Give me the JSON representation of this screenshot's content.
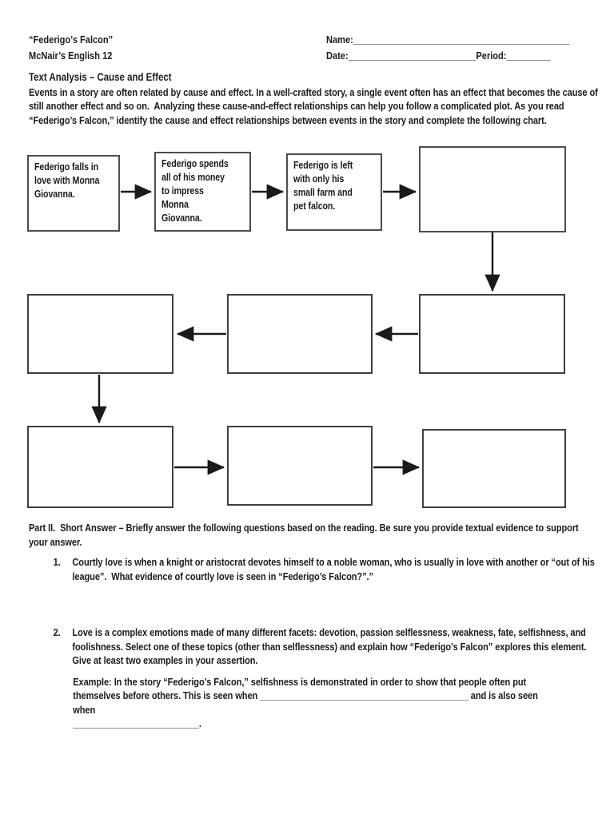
{
  "header": {
    "doc_title": "“Federigo’s Falcon”",
    "class_name": "McNair’s English 12",
    "name_label": "Name:",
    "name_blank": "____________________________________________",
    "date_label": "Date:",
    "date_blank": "__________________________",
    "period_label": "Period:",
    "period_blank": "_________"
  },
  "intro": {
    "heading": "Text Analysis – Cause and Effect",
    "body": "Events in a story are often related by cause and effect. In a well-crafted story, a single event often has an effect that becomes the cause of still another effect and so on.  Analyzing these cause-and-effect relationships can help you follow a complicated plot. As you read “Federigo’s Falcon,” identify the cause and effect relationships between events in the story and complete the following chart."
  },
  "flowchart": {
    "boxes": [
      {
        "text": "Federigo falls in\nlove with Monna\nGiovanna."
      },
      {
        "text": "Federigo spends\nall of his money\nto impress\nMonna\nGiovanna."
      },
      {
        "text": "Federigo is left\nwith only his\nsmall farm and\npet falcon."
      },
      {
        "text": ""
      },
      {
        "text": ""
      },
      {
        "text": ""
      },
      {
        "text": ""
      },
      {
        "text": ""
      },
      {
        "text": ""
      },
      {
        "text": ""
      }
    ]
  },
  "part2": {
    "heading": "Part II.  Short Answer – Briefly answer the following questions based on the reading. Be sure you provide textual evidence to support your answer.",
    "questions": [
      {
        "number": "1.",
        "text": "Courtly love is when a knight or aristocrat devotes himself to a noble woman, who is usually in love with another or “out of his league”.  What evidence of courtly love is seen in “Federigo’s Falcon?”.”"
      },
      {
        "number": "2.",
        "text": "Love is a complex emotions made of many different facets: devotion, passion selflessness, weakness, fate, selfishness, and foolishness. Select one of these topics (other than selflessness) and explain how “Federigo’s Falcon” explores this element. Give at least two examples in your assertion."
      }
    ],
    "example_label": "Example:",
    "example_text": " In the story “Federigo’s Falcon,” selfishness is demonstrated in order to show that people often put themselves before others. This is seen when ___________________________________________ and is also seen when",
    "example_blank_line": "__________________________."
  }
}
